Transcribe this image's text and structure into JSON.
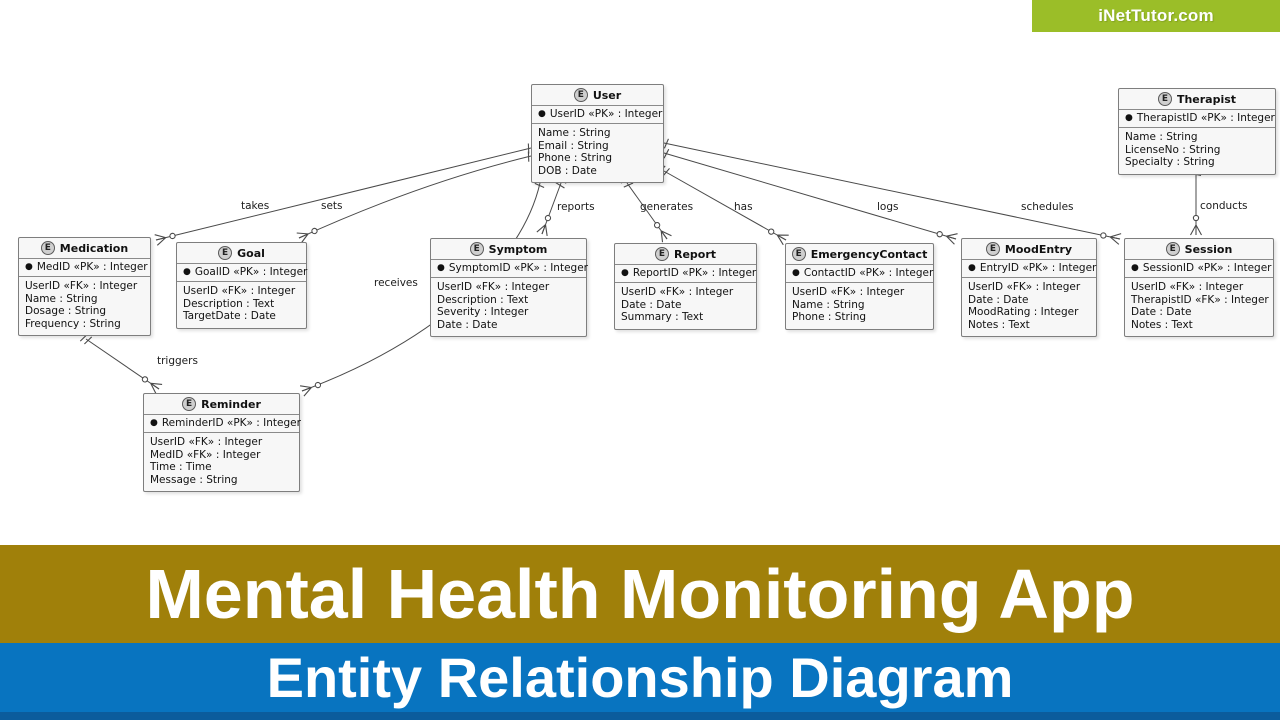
{
  "logo": {
    "text": "iNetTutor.com",
    "bg_color": "#9BBE28"
  },
  "banner": {
    "title": "Mental Health Monitoring App",
    "subtitle": "Entity Relationship Diagram",
    "title_bg": "#A0800A",
    "subtitle_bg": "#0874C0"
  },
  "icons": {
    "pk_bullet": "●",
    "entity_stereotype": "E"
  },
  "diagram": {
    "entities": [
      {
        "id": "user",
        "title": "User",
        "pk": "UserID «PK» : Integer",
        "attributes": [
          "Name : String",
          "Email : String",
          "Phone : String",
          "DOB : Date"
        ]
      },
      {
        "id": "therapist",
        "title": "Therapist",
        "pk": "TherapistID «PK» : Integer",
        "attributes": [
          "Name : String",
          "LicenseNo : String",
          "Specialty : String"
        ]
      },
      {
        "id": "medication",
        "title": "Medication",
        "pk": "MedID «PK» : Integer",
        "attributes": [
          "UserID «FK» : Integer",
          "Name : String",
          "Dosage : String",
          "Frequency : String"
        ]
      },
      {
        "id": "goal",
        "title": "Goal",
        "pk": "GoalID «PK» : Integer",
        "attributes": [
          "UserID «FK» : Integer",
          "Description : Text",
          "TargetDate : Date"
        ]
      },
      {
        "id": "symptom",
        "title": "Symptom",
        "pk": "SymptomID «PK» : Integer",
        "attributes": [
          "UserID «FK» : Integer",
          "Description : Text",
          "Severity : Integer",
          "Date : Date"
        ]
      },
      {
        "id": "report",
        "title": "Report",
        "pk": "ReportID «PK» : Integer",
        "attributes": [
          "UserID «FK» : Integer",
          "Date : Date",
          "Summary : Text"
        ]
      },
      {
        "id": "emergencycontact",
        "title": "EmergencyContact",
        "pk": "ContactID «PK» : Integer",
        "attributes": [
          "UserID «FK» : Integer",
          "Name : String",
          "Phone : String"
        ]
      },
      {
        "id": "moodentry",
        "title": "MoodEntry",
        "pk": "EntryID «PK» : Integer",
        "attributes": [
          "UserID «FK» : Integer",
          "Date : Date",
          "MoodRating : Integer",
          "Notes : Text"
        ]
      },
      {
        "id": "session",
        "title": "Session",
        "pk": "SessionID «PK» : Integer",
        "attributes": [
          "UserID «FK» : Integer",
          "TherapistID «FK» : Integer",
          "Date : Date",
          "Notes : Text"
        ]
      },
      {
        "id": "reminder",
        "title": "Reminder",
        "pk": "ReminderID «PK» : Integer",
        "attributes": [
          "UserID «FK» : Integer",
          "MedID «FK» : Integer",
          "Time : Time",
          "Message : String"
        ]
      }
    ],
    "relationships": {
      "takes": "takes",
      "sets": "sets",
      "reports": "reports",
      "generates": "generates",
      "has": "has",
      "logs": "logs",
      "schedules": "schedules",
      "conducts": "conducts",
      "receives": "receives",
      "triggers": "triggers"
    }
  }
}
